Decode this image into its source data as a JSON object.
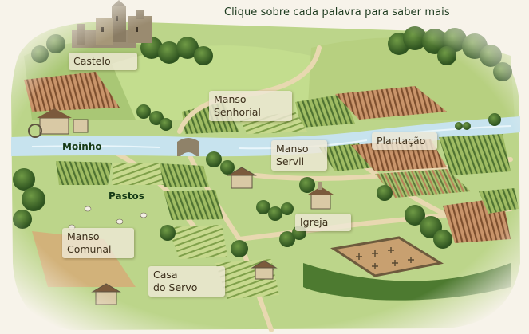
{
  "instruction": "Clique sobre cada palavra para saber mais",
  "labels": {
    "castelo": "Castelo",
    "manso_senhorial": "Manso\nSenhorial",
    "moinho": "Moinho",
    "manso_servil": "Manso\nServil",
    "plantacao": "Plantação",
    "pastos": "Pastos",
    "igreja": "Igreja",
    "manso_comunal": "Manso\nComunal",
    "casa_do_servo": "Casa\ndo Servo"
  },
  "colors": {
    "grass": "#bcd58a",
    "field_light": "#cfdc9c",
    "field_dark": "#5c7a3a",
    "crop_brown": "#b07a4e",
    "river": "#c7e3ee",
    "road": "#e8d8b0",
    "tree": "#3f6b2a",
    "label_bg": "#eee8d6",
    "instruction_text": "#1c3a1e"
  }
}
